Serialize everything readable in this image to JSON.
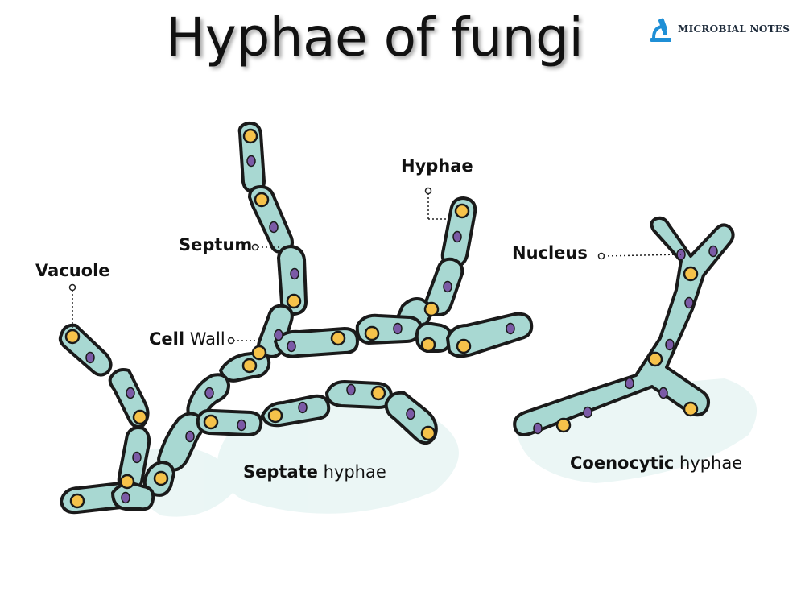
{
  "title": "Hyphae of fungi",
  "logo": {
    "text": "MICROBIAL NOTES",
    "icon": "microscope-icon"
  },
  "labels": {
    "hyphae": "Hyphae",
    "septum": "Septum",
    "vacuole": "Vacuole",
    "cell_wall_bold": "Cell",
    "cell_wall_regular": "Wall",
    "nucleus": "Nucleus",
    "septate_bold": "Septate",
    "septate_regular": "hyphae",
    "coenocytic_bold": "Coenocytic",
    "coenocytic_regular": "hyphae"
  },
  "colors": {
    "hypha_fill": "#a8d8d2",
    "hypha_outline": "#1a1a1a",
    "vacuole_fill": "#f6c24a",
    "nucleus_fill": "#7b5aa6",
    "background_wash": "#e6f4f3"
  }
}
